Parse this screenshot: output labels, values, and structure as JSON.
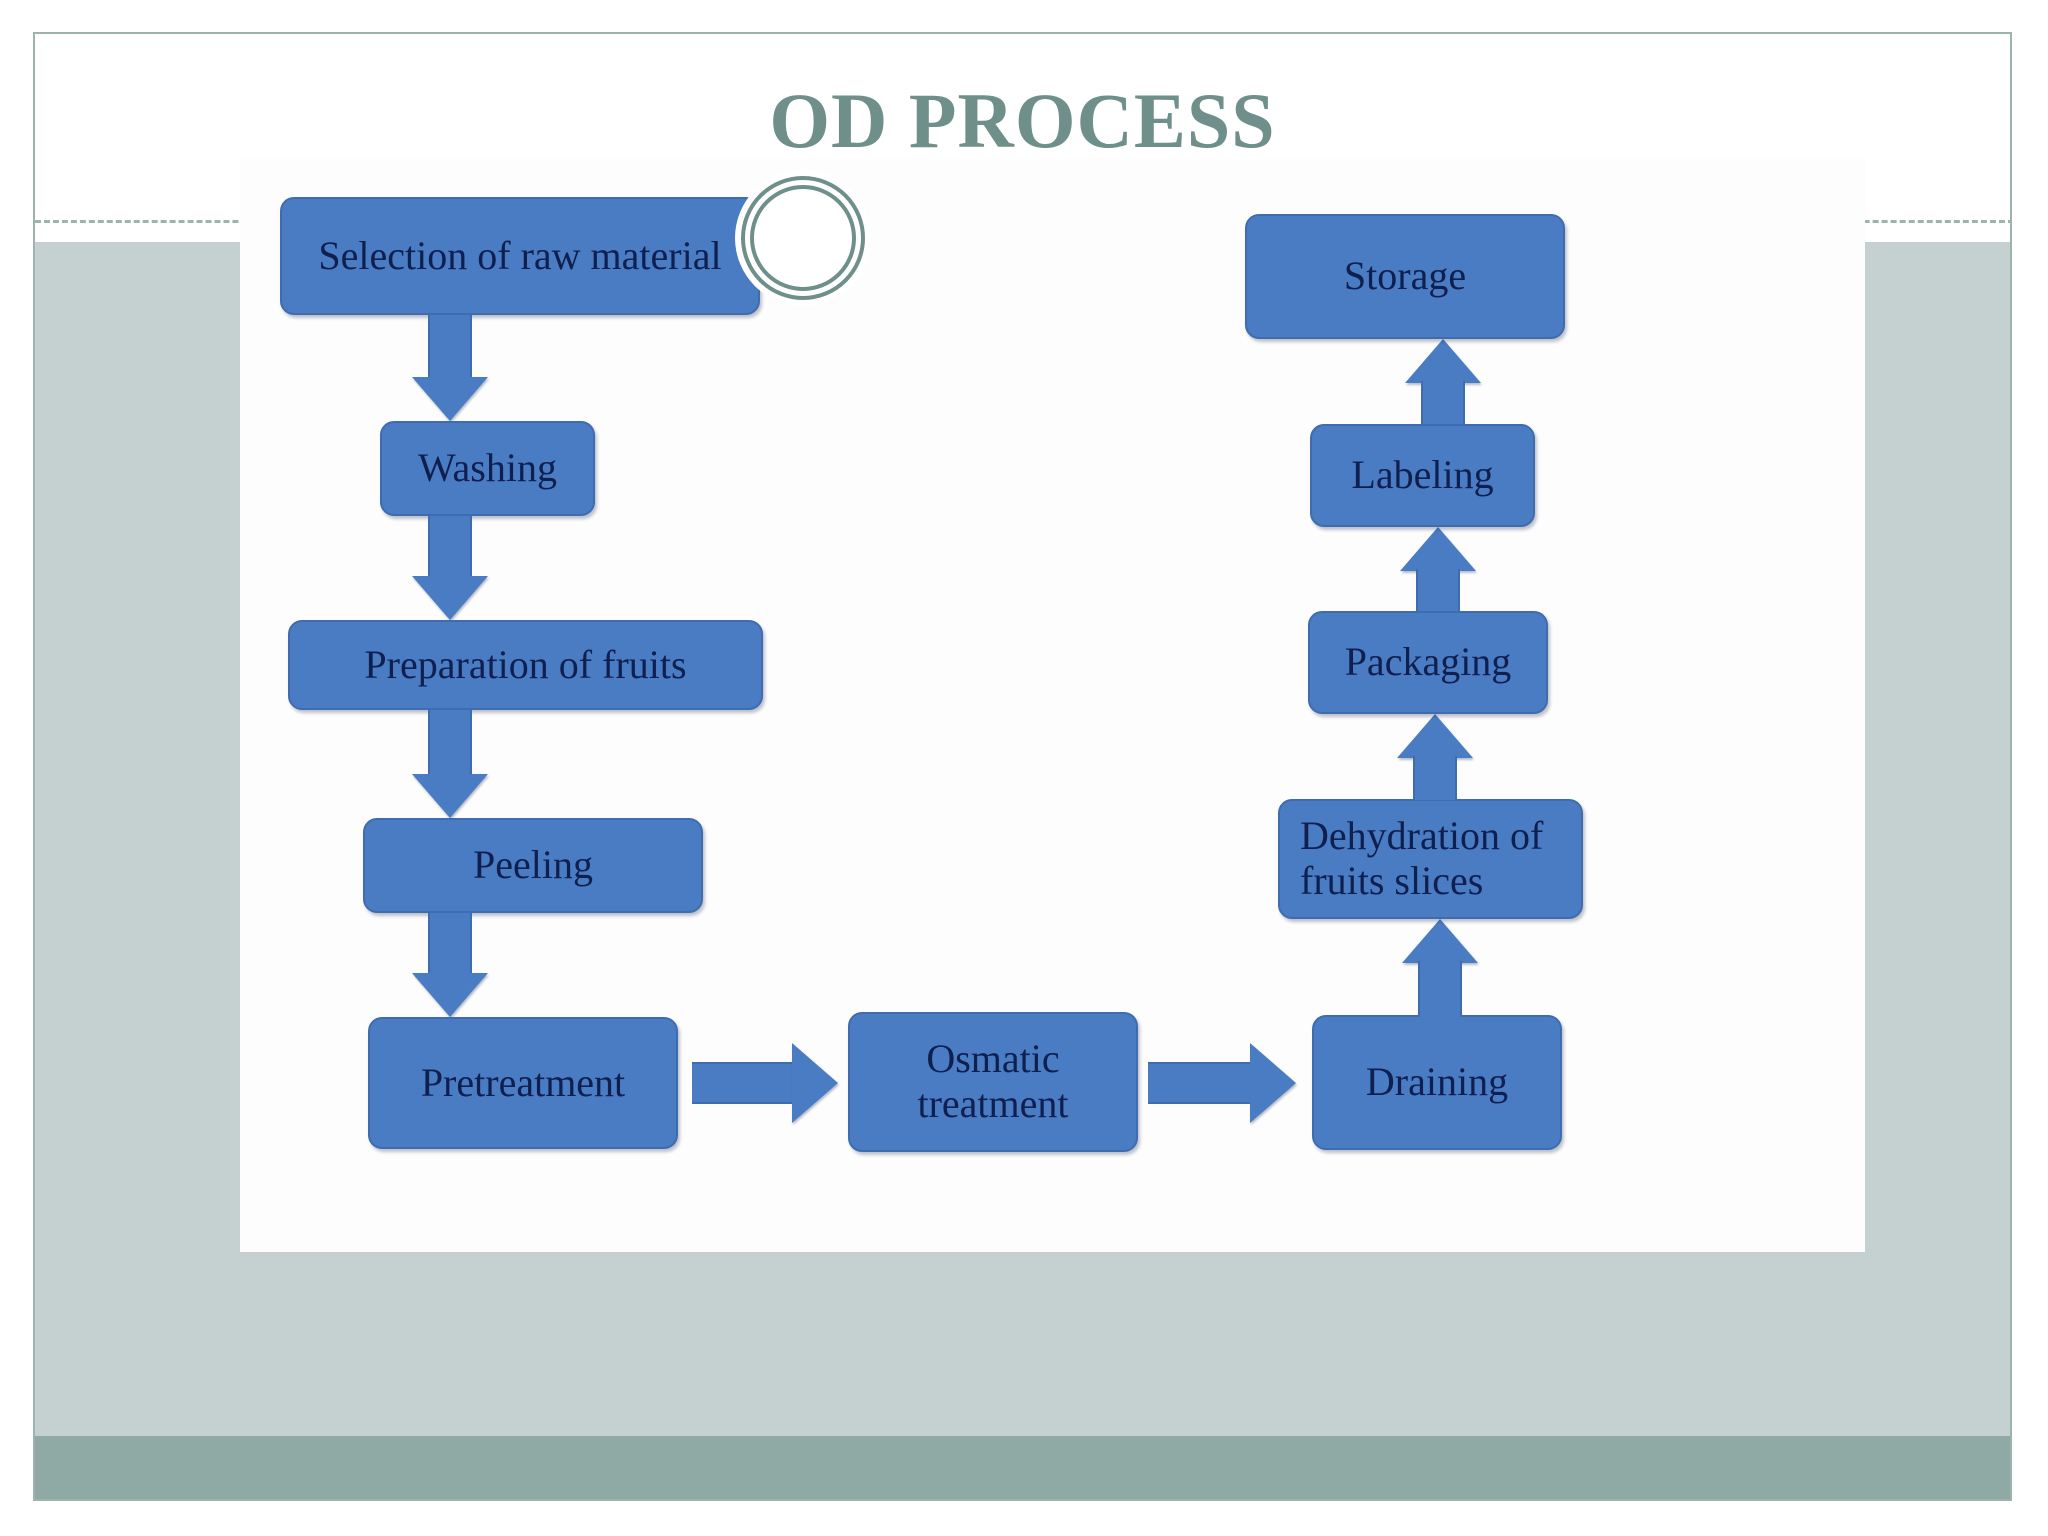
{
  "slide": {
    "title": "OD PROCESS",
    "decoration": "double-circle-ornament",
    "theme": {
      "title_color": "#6f8f8b",
      "accent_band": "#8fa9a4",
      "body_panel": "#c5d0d0",
      "node_fill": "#4a7cc4",
      "node_border": "#3f6cae",
      "node_text": "#0f2050",
      "canvas": "#fdfdfd",
      "frame_border": "#9fb3ae"
    }
  },
  "diagram": {
    "type": "flowchart",
    "title": "OD PROCESS",
    "nodes": [
      {
        "id": "n1",
        "label": "Selection of raw material"
      },
      {
        "id": "n2",
        "label": "Washing"
      },
      {
        "id": "n3",
        "label": "Preparation of fruits"
      },
      {
        "id": "n4",
        "label": "Peeling"
      },
      {
        "id": "n5",
        "label": "Pretreatment"
      },
      {
        "id": "n6",
        "label_line1": "Osmatic",
        "label_line2": "treatment"
      },
      {
        "id": "n7",
        "label": "Draining"
      },
      {
        "id": "n8",
        "label_line1": "Dehydration of",
        "label_line2": "fruits slices"
      },
      {
        "id": "n9",
        "label": "Packaging"
      },
      {
        "id": "n10",
        "label": "Labeling"
      },
      {
        "id": "n11",
        "label": "Storage"
      }
    ],
    "edges": [
      {
        "from": "n1",
        "to": "n2",
        "direction": "down"
      },
      {
        "from": "n2",
        "to": "n3",
        "direction": "down"
      },
      {
        "from": "n3",
        "to": "n4",
        "direction": "down"
      },
      {
        "from": "n4",
        "to": "n5",
        "direction": "down"
      },
      {
        "from": "n5",
        "to": "n6",
        "direction": "right"
      },
      {
        "from": "n6",
        "to": "n7",
        "direction": "right"
      },
      {
        "from": "n7",
        "to": "n8",
        "direction": "up"
      },
      {
        "from": "n8",
        "to": "n9",
        "direction": "up"
      },
      {
        "from": "n9",
        "to": "n10",
        "direction": "up"
      },
      {
        "from": "n10",
        "to": "n11",
        "direction": "up"
      }
    ]
  }
}
